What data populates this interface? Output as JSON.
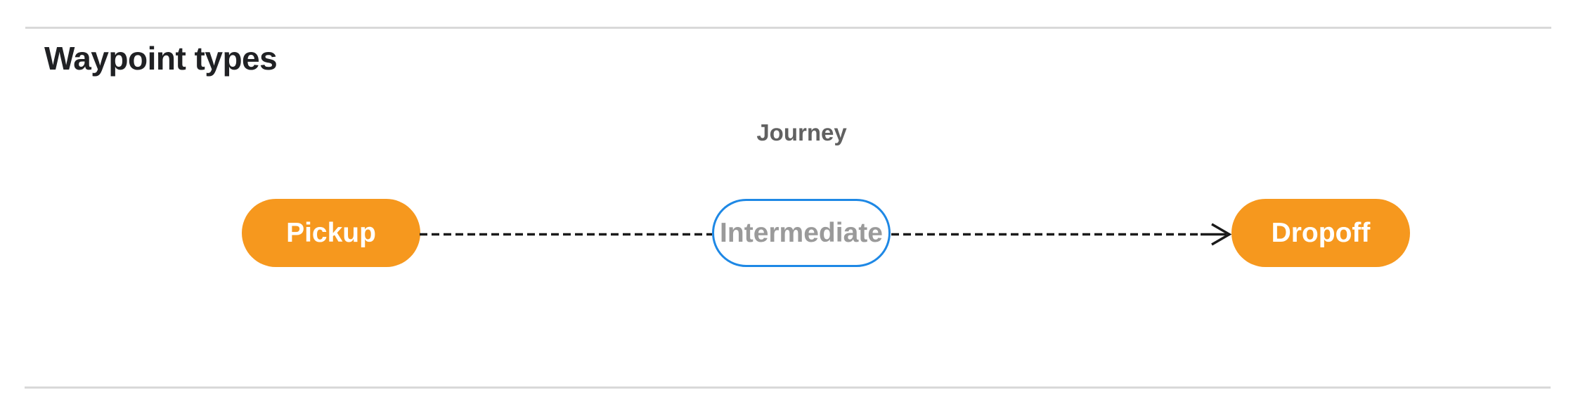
{
  "colors": {
    "endpoint_fill": "#F6981E",
    "endpoint_text": "#FFFFFF",
    "intermediate_border": "#1E88E5",
    "intermediate_text": "#9A9A9A",
    "connector": "#1A1A1A",
    "journey_label_color": "#616161",
    "heading_color": "#202124",
    "divider": "#D9D9D9",
    "background": "#FFFFFF"
  },
  "page": {
    "heading": "Waypoint types"
  },
  "diagram": {
    "journey_label": "Journey",
    "nodes": [
      {
        "id": "pickup",
        "label": "Pickup",
        "style": "endpoint"
      },
      {
        "id": "intermediate",
        "label": "Intermediate",
        "style": "intermediate"
      },
      {
        "id": "dropoff",
        "label": "Dropoff",
        "style": "endpoint"
      }
    ],
    "connectors": [
      {
        "from": "pickup",
        "to": "intermediate",
        "line": "dashed",
        "arrow": false
      },
      {
        "from": "intermediate",
        "to": "dropoff",
        "line": "dashed",
        "arrow": true
      }
    ]
  }
}
